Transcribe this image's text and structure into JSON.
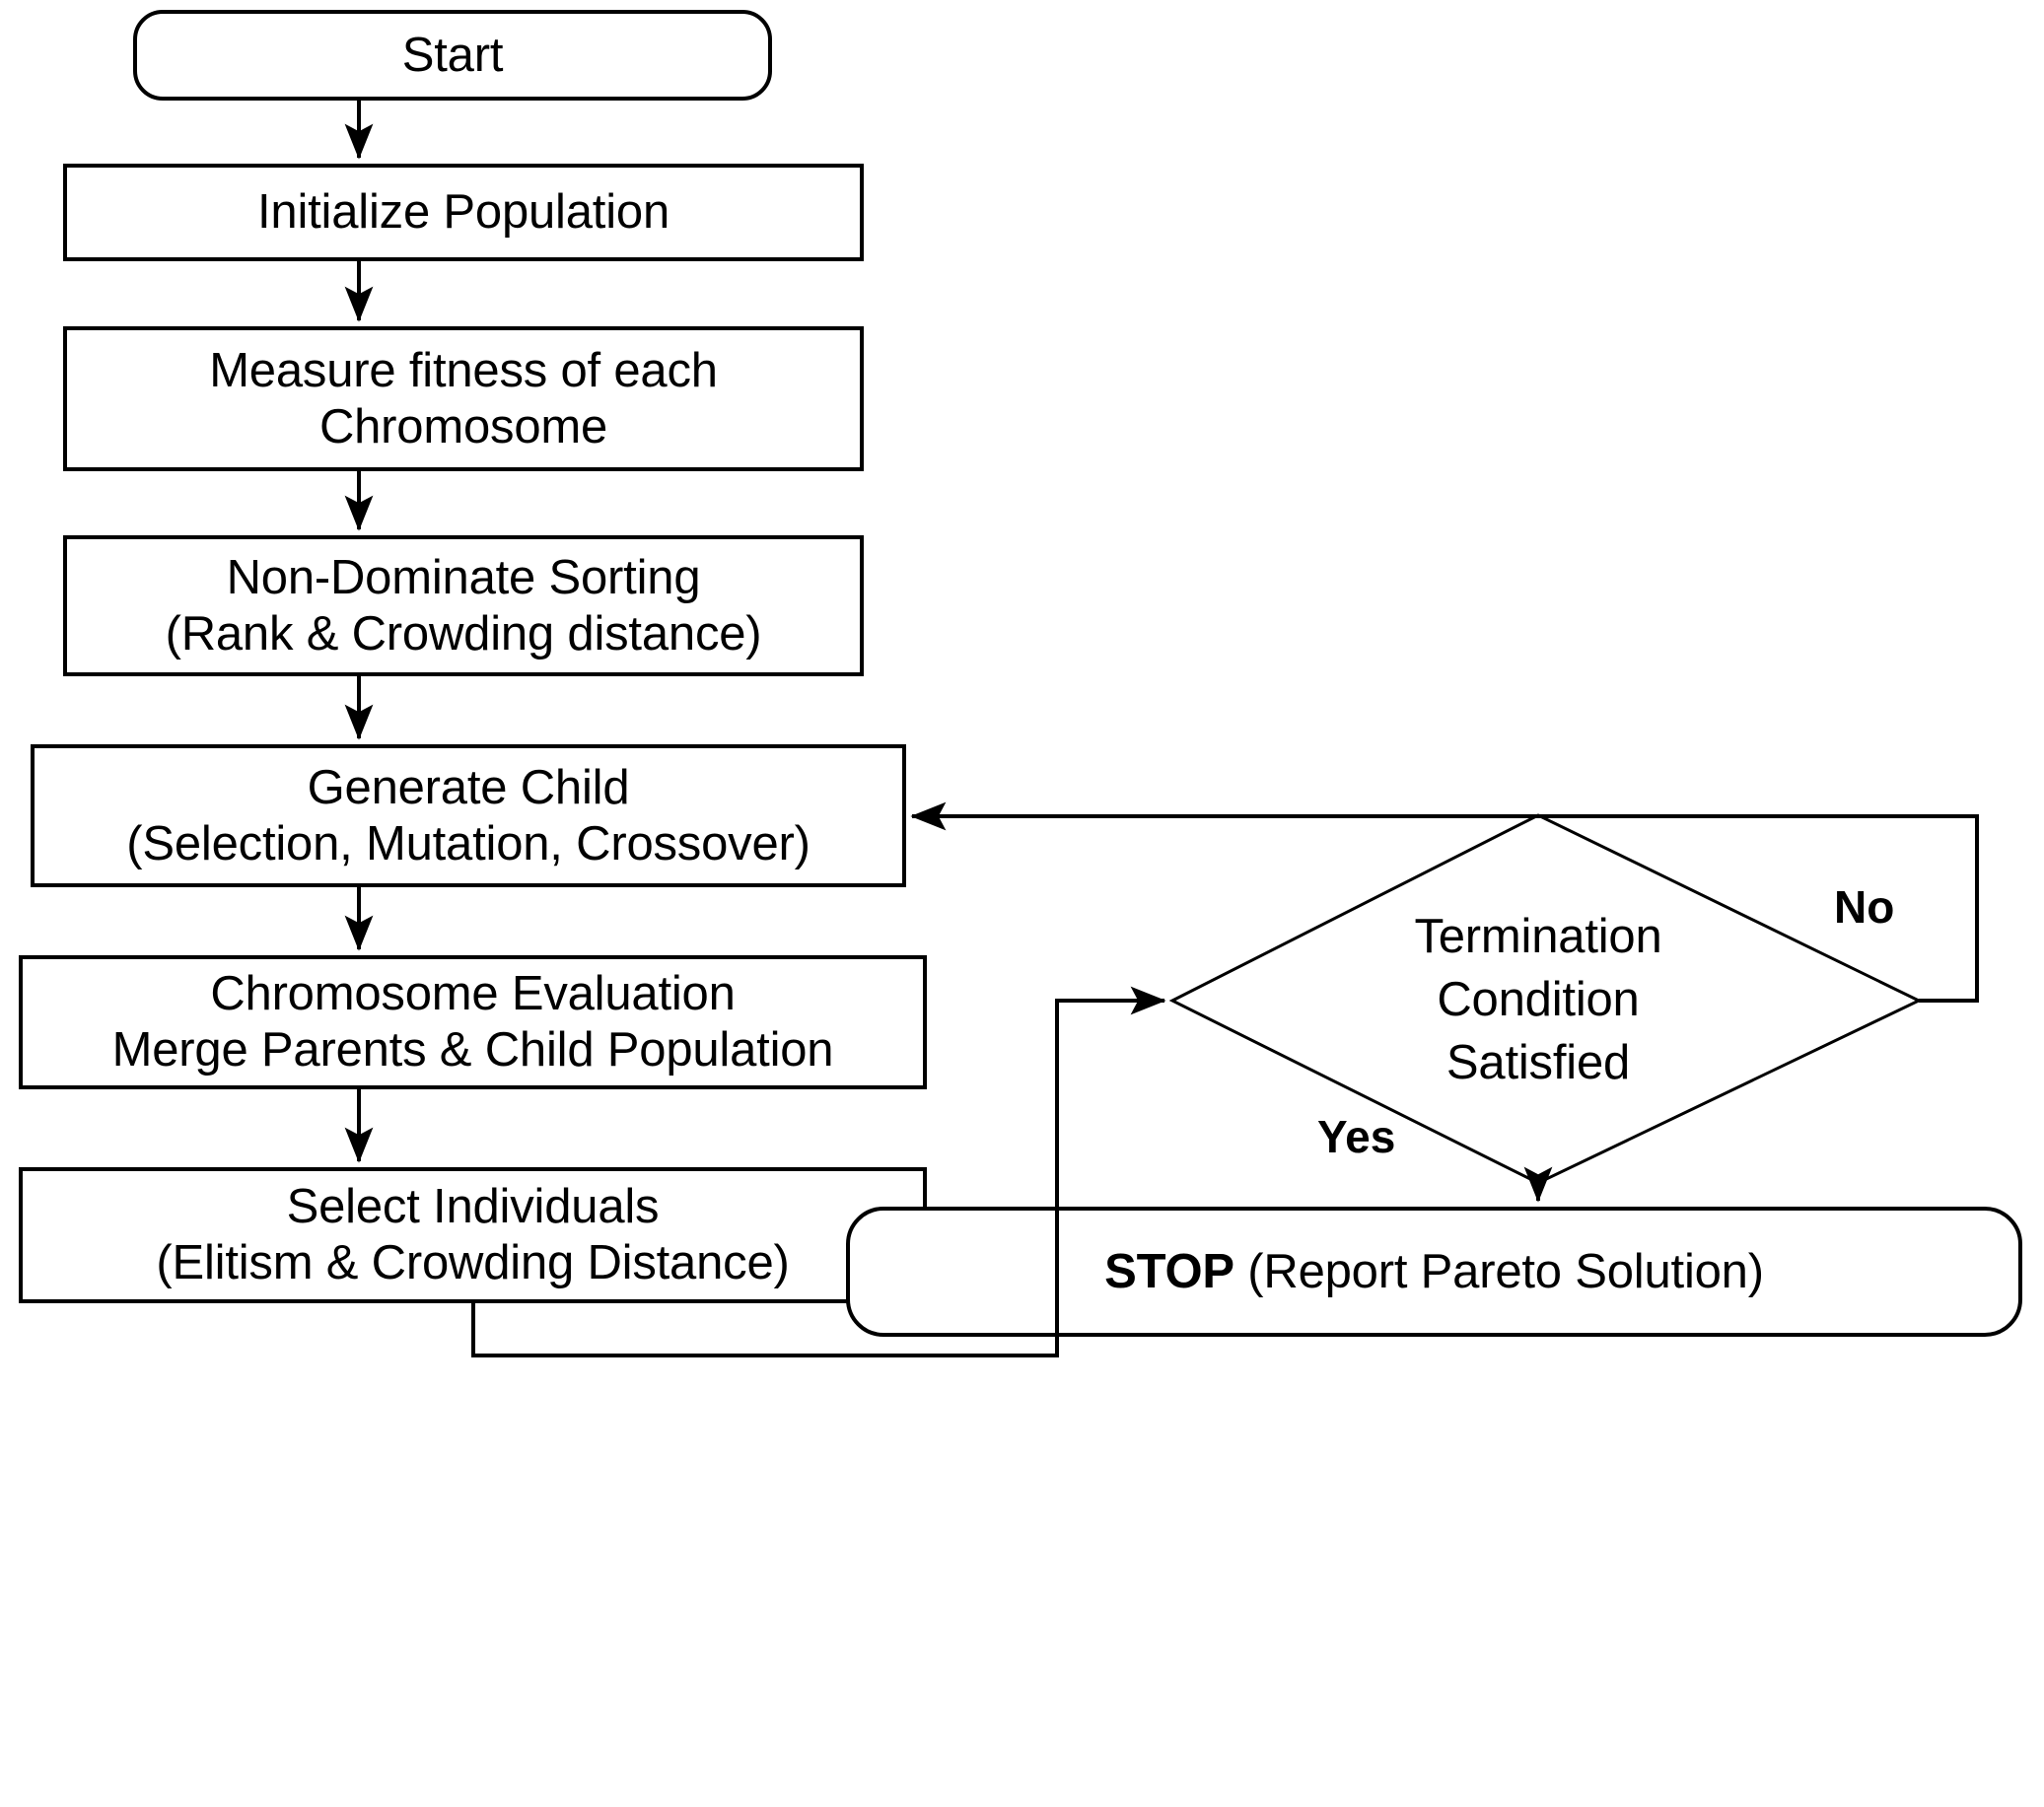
{
  "diagram": {
    "title": "NSGA-II Multi-Objective Genetic Algorithm Flowchart",
    "nodes": {
      "start": {
        "label": "Start",
        "shape": "rounded-terminator"
      },
      "initialize_population": {
        "label": "Initialize Population",
        "shape": "process"
      },
      "measure_fitness": {
        "line1": "Measure fitness of each",
        "line2": "Chromosome",
        "shape": "process"
      },
      "non_dominate_sorting": {
        "line1": "Non-Dominate Sorting",
        "line2": "(Rank & Crowding distance)",
        "shape": "process"
      },
      "generate_child": {
        "line1": "Generate Child",
        "line2": "(Selection, Mutation, Crossover)",
        "shape": "process"
      },
      "chromosome_evaluation": {
        "line1": "Chromosome Evaluation",
        "line2": "Merge Parents & Child Population",
        "shape": "process"
      },
      "select_individuals": {
        "line1": "Select Individuals",
        "line2": "(Elitism & Crowding Distance)",
        "shape": "process"
      },
      "termination_decision": {
        "line1": "Termination",
        "line2": "Condition",
        "line3": "Satisfied",
        "shape": "diamond"
      },
      "stop": {
        "bold_label": "STOP",
        "rest_label": " (Report Pareto Solution)",
        "shape": "rounded-terminator"
      }
    },
    "edge_labels": {
      "no": "No",
      "yes": "Yes"
    },
    "colors": {
      "stroke": "#000000",
      "fill": "#ffffff",
      "text": "#000000"
    }
  }
}
